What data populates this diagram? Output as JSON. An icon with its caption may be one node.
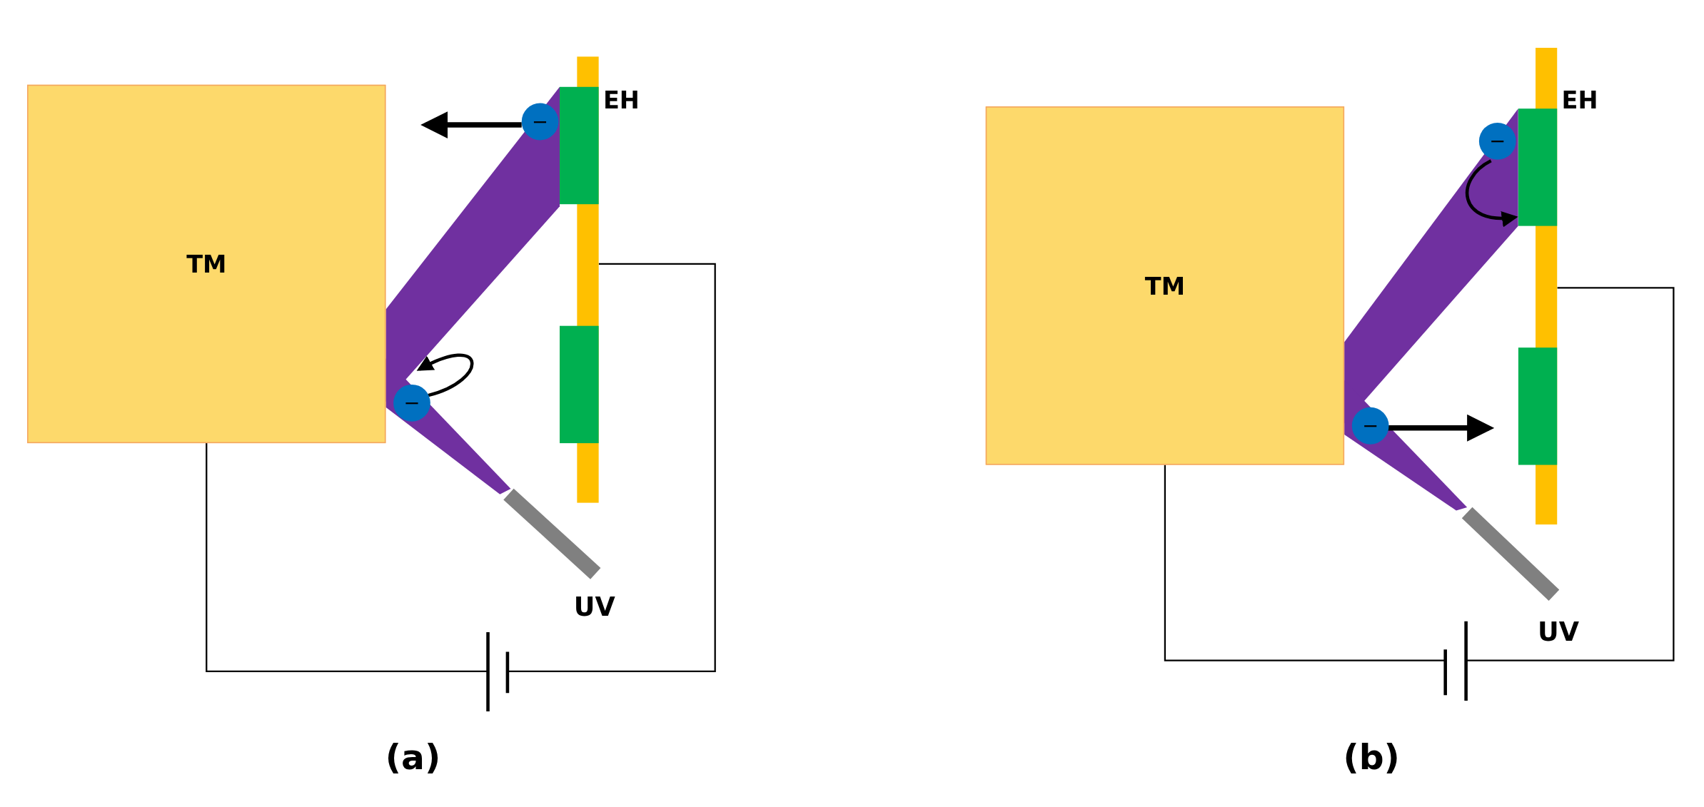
{
  "diagram": {
    "nodes": [
      {
        "text": [
          "TM"
        ]
      },
      {
        "text": [
          "EH"
        ]
      },
      {
        "text": [
          "−"
        ]
      },
      {
        "text": [
          "−"
        ]
      },
      {
        "text": [
          "UV"
        ]
      },
      {
        "text": [],
        "shape": "battery"
      },
      {
        "text": [
          "TM"
        ]
      },
      {
        "text": [
          "EH"
        ]
      },
      {
        "text": [
          "−"
        ]
      },
      {
        "text": [
          "−"
        ]
      },
      {
        "text": [
          "UV"
        ]
      },
      {
        "text": [],
        "shape": "battery"
      }
    ],
    "edges": [
      {
        "from": 0,
        "to": 5,
        "arrow": "none"
      },
      {
        "from": 5,
        "to": 1,
        "arrow": "none"
      },
      {
        "from": 6,
        "to": 11,
        "arrow": "none"
      },
      {
        "from": 11,
        "to": 7,
        "arrow": "none"
      },
      {
        "from": 2,
        "to": 0,
        "arrow": "to",
        "style": "thick"
      },
      {
        "from": 3,
        "to": 3,
        "arrow": "to"
      },
      {
        "from": 8,
        "to": 7,
        "arrow": "to"
      },
      {
        "from": 9,
        "to": 7,
        "arrow": "to",
        "style": "thick"
      }
    ],
    "labels": [
      "(a)",
      "(b)"
    ]
  }
}
